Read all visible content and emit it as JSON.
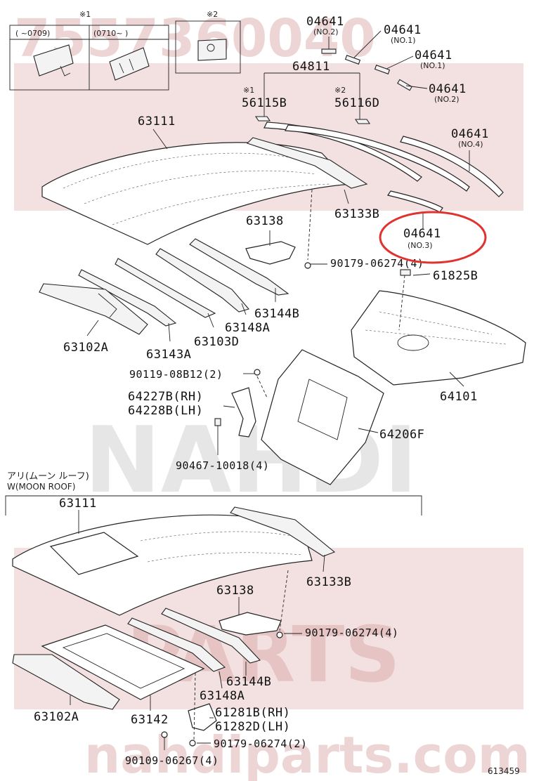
{
  "watermark": {
    "part_number": "7557360040",
    "brand_block": "NAHDI",
    "brand_parts": "PARTS",
    "site": "nahdiparts.com"
  },
  "inset": {
    "note1_mark": "※1",
    "note2_mark": "※2",
    "col1_header": "(    ~0709)",
    "col2_header": "(0710~    )"
  },
  "callouts": {
    "p04641_no2_top": {
      "number": "04641",
      "note": "(NO.2)"
    },
    "p04641_no1_a": {
      "number": "04641",
      "note": "(NO.1)"
    },
    "p04641_no1_b": {
      "number": "04641",
      "note": "(NO.1)"
    },
    "p04641_no2_b": {
      "number": "04641",
      "note": "(NO.2)"
    },
    "p04641_no4": {
      "number": "04641",
      "note": "(NO.4)"
    },
    "p04641_no3": {
      "number": "04641",
      "note": "(NO.3)"
    },
    "p64811": "64811",
    "p56115b": {
      "mark": "※1",
      "number": "56115B"
    },
    "p56116d": {
      "mark": "※2",
      "number": "56116D"
    },
    "p63111_top": "63111",
    "p63133b_top": "63133B",
    "p63138_top": "63138",
    "p90179_top": "90179-06274(4)",
    "p61825b": "61825B",
    "p63144b_top": "63144B",
    "p63148a_top": "63148A",
    "p63103d": "63103D",
    "p63143a": "63143A",
    "p63102a_top": "63102A",
    "p64101": "64101",
    "p90119": "90119-08B12(2)",
    "p64227b": "64227B(RH)",
    "p64228b": "64228B(LH)",
    "p64206f": "64206F",
    "p90467": "90467-10018(4)",
    "p63111_bottom": "63111",
    "p63133b_bottom": "63133B",
    "p63138_bottom": "63138",
    "p90179_mid": "90179-06274(4)",
    "p63144b_bottom": "63144B",
    "p63148a_bottom": "63148A",
    "p63102a_bottom": "63102A",
    "p63142": "63142",
    "p61281b": "61281B(RH)",
    "p61282d": "61282D(LH)",
    "p90179_bottom": "90179-06274(2)",
    "p90109": "90109-06267(4)"
  },
  "moon_roof": {
    "jp_label": "アリ(ムーン ルーフ)",
    "en_label": "W(MOON ROOF)"
  },
  "figure_number": "613459",
  "highlight_color": "#e0322f"
}
